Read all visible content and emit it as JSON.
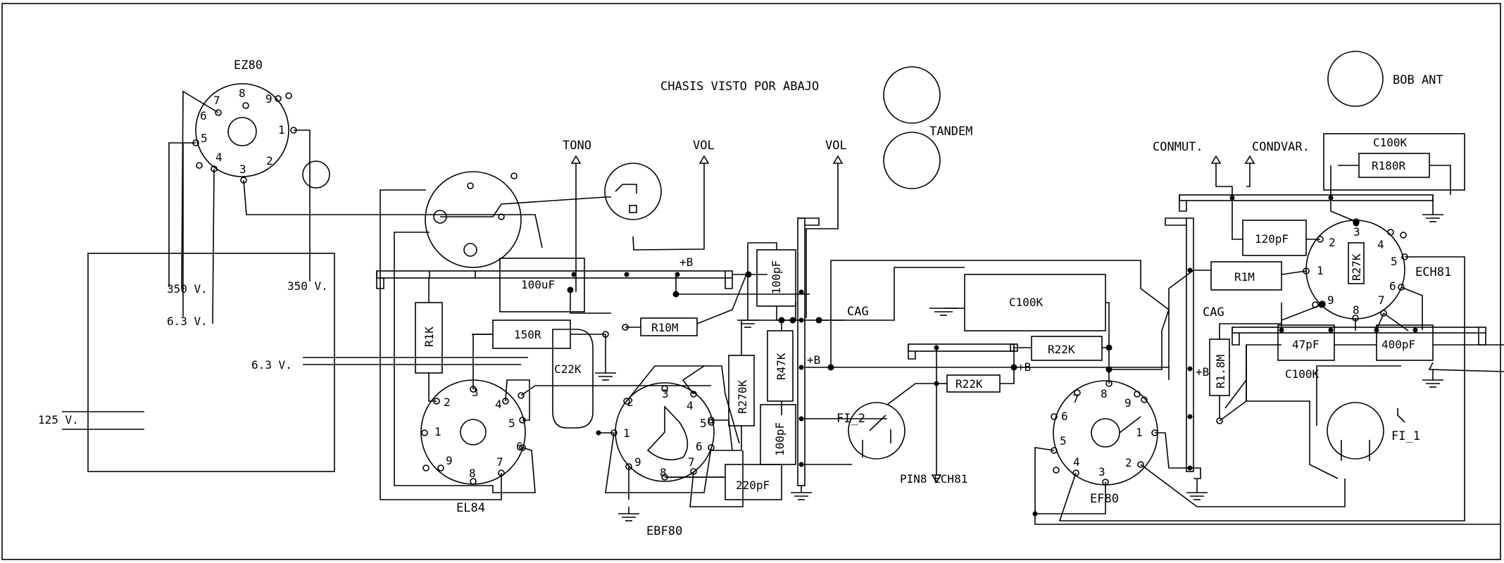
{
  "title": "CHASIS VISTO POR ABAJO",
  "tubes": {
    "ez80": "EZ80",
    "el84": "EL84",
    "ebf80": "EBF80",
    "ef80": "EF80",
    "ech81": "ECH81"
  },
  "components": {
    "c100uf": "100uF",
    "r1k": "R1K",
    "r150": "150R",
    "c22k": "C22K",
    "r10m": "R10M",
    "c100pf_a": "100pF",
    "r270k": "R270K",
    "r47k": "R47K",
    "c100pf_b": "100pF",
    "c220pf": "220pF",
    "c100k_mid": "C100K",
    "r22k_a": "R22K",
    "r22k_b": "R22K",
    "r1_8m": "R1.8M",
    "c120pf": "120pF",
    "r1m": "R1M",
    "r27k": "R27K",
    "c47pf": "47pF",
    "c400pf": "400pF",
    "c100k_right": "C100K",
    "c100k_top": "C100K",
    "r180r": "R180R"
  },
  "labels": {
    "tono": "TONO",
    "vol1": "VOL",
    "vol2": "VOL",
    "tandem": "TANDEM",
    "bob_ant": "BOB ANT",
    "conmut": "CONMUT.",
    "condvar": "CONDVAR.",
    "cag1": "CAG",
    "cag2": "CAG",
    "plus_b1": "+B",
    "plus_b2": "+B",
    "plus_b3": "+B",
    "plus_b4": "+B",
    "fi_2": "FI_2",
    "fi_1": "FI_1",
    "pin8": "PIN8 ECH81",
    "v350_a": "350 V.",
    "v350_b": "350 V.",
    "v6_3_a": "6.3 V.",
    "v6_3_b": "6.3 V.",
    "v125": "125 V."
  },
  "pins": {
    "p1": "1",
    "p2": "2",
    "p3": "3",
    "p4": "4",
    "p5": "5",
    "p6": "6",
    "p7": "7",
    "p8": "8",
    "p9": "9"
  }
}
